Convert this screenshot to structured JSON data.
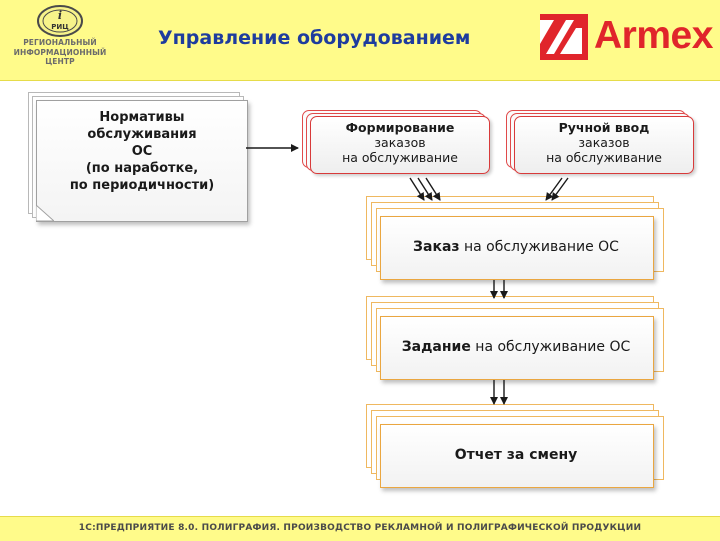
{
  "header": {
    "logo_lines": [
      "РЕГИОНАЛЬНЫЙ",
      "ИНФОРМАЦИОННЫЙ",
      "ЦЕНТР"
    ],
    "logo_emblem": "РИЦ",
    "title": "Управление оборудованием",
    "brand": "Armex"
  },
  "diagram": {
    "normatives": {
      "lines_bold": [
        "Нормативы",
        "обслуживания",
        "ОС"
      ],
      "lines_plain": [
        "(по наработке,",
        "по периодичности)"
      ]
    },
    "auto_orders": {
      "line1": "Формирование",
      "line2": "заказов",
      "line3": "на обслуживание"
    },
    "manual_orders": {
      "line1": "Ручной ввод",
      "line2": "заказов",
      "line3": "на обслуживание"
    },
    "service_order": {
      "bold": "Заказ",
      "rest": " на обслуживание ОС"
    },
    "service_task": {
      "bold": "Задание",
      "rest": " на обслуживание ОС"
    },
    "shift_report": {
      "bold": "Отчет за смену",
      "rest": ""
    }
  },
  "footer": {
    "text": "1С:ПРЕДПРИЯТИЕ 8.0. ПОЛИГРАФИЯ. ПРОИЗВОДСТВО РЕКЛАМНОЙ И ПОЛИГРАФИЧЕСКОЙ ПРОДУКЦИИ"
  },
  "colors": {
    "header_bg": "#fffb8a",
    "title": "#1e3c9e",
    "brand_red": "#e0252b",
    "process_border": "#d83a3a",
    "document_border": "#eaa640"
  }
}
